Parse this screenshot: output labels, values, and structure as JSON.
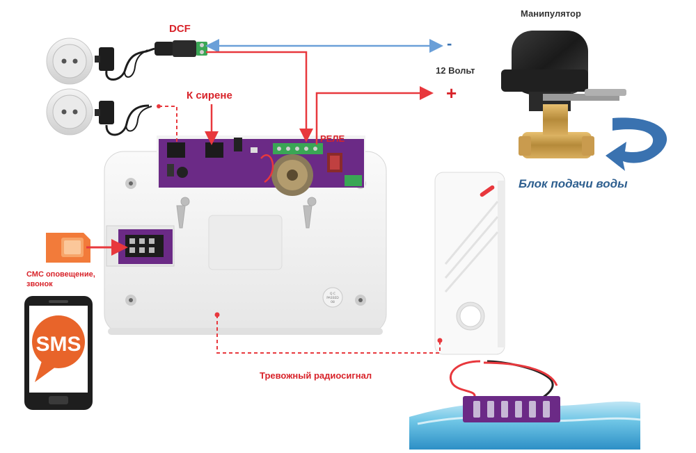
{
  "labels": {
    "dcf": "DCF",
    "siren": "К сирене",
    "relay": "РЕЛЕ",
    "minus": "-",
    "volt": "12 Вольт",
    "plus": "+",
    "manipulator": "Манипулятор",
    "water_block": "Блок подачи воды",
    "sms_notice_line1": "СМС оповещение,",
    "sms_notice_line2": "звонок",
    "radio_signal": "Тревожный радиосигнал",
    "sms_icon_text": "SMS",
    "qc_line1": "Q C",
    "qc_line2": "PASSED",
    "qc_line3": "08"
  },
  "colors": {
    "wire_red": "#e8383d",
    "wire_blue": "#6a9fd8",
    "board_purple": "#6b2a86",
    "terminal_green": "#3aa655",
    "sim_orange": "#f27b3a",
    "sms_bubble": "#e8642a",
    "arrow_blue": "#3a72b0",
    "water_blue": "#6fc6e6"
  },
  "icons": [
    "power-socket-icon",
    "power-adapter-icon",
    "sim-card-icon",
    "smartphone-icon",
    "sms-bubble-icon",
    "water-valve-icon",
    "rotate-arrow-icon",
    "water-sensor-icon"
  ]
}
